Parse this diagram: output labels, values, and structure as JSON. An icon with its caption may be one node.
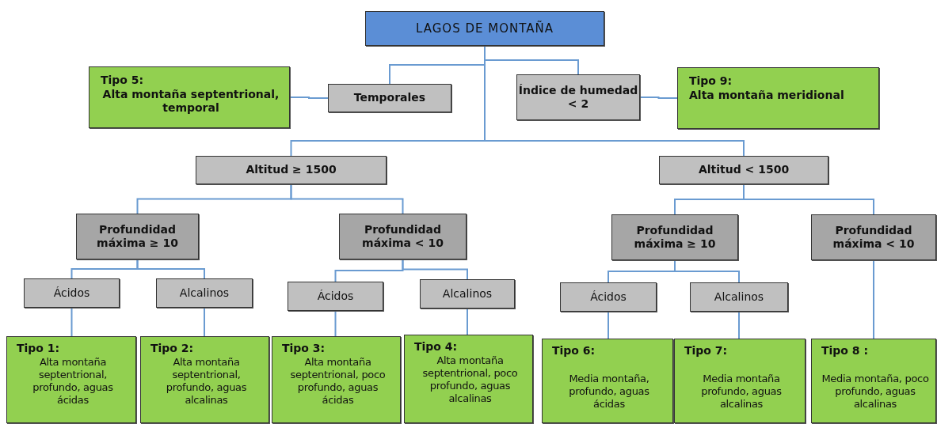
{
  "diagram": {
    "nodes": [
      {
        "text": [
          "LAGOS DE MONTAÑA"
        ]
      },
      {
        "text": [
          "Tipo 5:",
          "Alta montaña septentrional, temporal"
        ]
      },
      {
        "text": [
          "Temporales"
        ]
      },
      {
        "text": [
          "Índice de humedad < 2"
        ]
      },
      {
        "text": [
          "Tipo 9:",
          "Alta montaña meridional"
        ]
      },
      {
        "text": [
          "Altitud ≥ 1500"
        ]
      },
      {
        "text": [
          "Altitud < 1500"
        ]
      },
      {
        "text": [
          "Profundidad máxima ≥ 10"
        ]
      },
      {
        "text": [
          "Profundidad máxima < 10"
        ]
      },
      {
        "text": [
          "Profundidad máxima ≥ 10"
        ]
      },
      {
        "text": [
          "Profundidad máxima < 10"
        ]
      },
      {
        "text": [
          "Ácidos"
        ]
      },
      {
        "text": [
          "Alcalinos"
        ]
      },
      {
        "text": [
          "Ácidos"
        ]
      },
      {
        "text": [
          "Alcalinos"
        ]
      },
      {
        "text": [
          "Ácidos"
        ]
      },
      {
        "text": [
          "Alcalinos"
        ]
      },
      {
        "text": [
          "Tipo 1:",
          "Alta montaña septentrional, profundo, aguas ácidas"
        ]
      },
      {
        "text": [
          "Tipo 2:",
          "Alta montaña septentrional, profundo, aguas alcalinas"
        ]
      },
      {
        "text": [
          "Tipo 3:",
          "Alta montaña septentrional, poco profundo, aguas ácidas"
        ]
      },
      {
        "text": [
          "Tipo 4:",
          "Alta montaña septentrional, poco profundo, aguas alcalinas"
        ]
      },
      {
        "text": [
          "Tipo 6:",
          "Media montaña, profundo, aguas ácidas"
        ]
      },
      {
        "text": [
          "Tipo 7:",
          "Media montaña profundo, aguas alcalinas"
        ]
      },
      {
        "text": [
          "Tipo 8 :",
          "Media montaña, poco profundo, aguas alcalinas"
        ]
      }
    ],
    "edges": [
      {
        "from": 0,
        "to": 2,
        "arrow": "none"
      },
      {
        "from": 0,
        "to": 3,
        "arrow": "none"
      },
      {
        "from": 2,
        "to": 1,
        "arrow": "none"
      },
      {
        "from": 3,
        "to": 4,
        "arrow": "none"
      },
      {
        "from": 0,
        "to": 5,
        "arrow": "none"
      },
      {
        "from": 0,
        "to": 6,
        "arrow": "none"
      },
      {
        "from": 5,
        "to": 7,
        "arrow": "none"
      },
      {
        "from": 5,
        "to": 8,
        "arrow": "none"
      },
      {
        "from": 6,
        "to": 9,
        "arrow": "none"
      },
      {
        "from": 6,
        "to": 10,
        "arrow": "none"
      },
      {
        "from": 7,
        "to": 11,
        "arrow": "none"
      },
      {
        "from": 7,
        "to": 12,
        "arrow": "none"
      },
      {
        "from": 8,
        "to": 13,
        "arrow": "none"
      },
      {
        "from": 8,
        "to": 14,
        "arrow": "none"
      },
      {
        "from": 9,
        "to": 15,
        "arrow": "none"
      },
      {
        "from": 9,
        "to": 16,
        "arrow": "none"
      },
      {
        "from": 11,
        "to": 17,
        "arrow": "none"
      },
      {
        "from": 12,
        "to": 18,
        "arrow": "none"
      },
      {
        "from": 13,
        "to": 19,
        "arrow": "none"
      },
      {
        "from": 14,
        "to": 20,
        "arrow": "none"
      },
      {
        "from": 15,
        "to": 21,
        "arrow": "none"
      },
      {
        "from": 16,
        "to": 22,
        "arrow": "none"
      },
      {
        "from": 10,
        "to": 23,
        "arrow": "none"
      }
    ]
  }
}
